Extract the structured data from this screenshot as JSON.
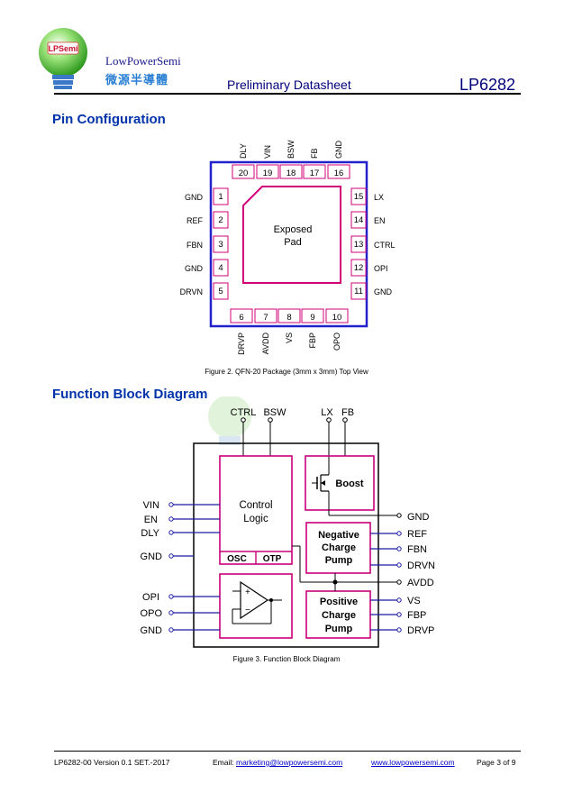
{
  "header": {
    "logo_badge": "LPSemi",
    "company_en": "LowPowerSemi",
    "company_cn": "微源半導體",
    "doc_type": "Preliminary Datasheet",
    "part_number": "LP6282"
  },
  "pin_config": {
    "title": "Pin Configuration",
    "pad_label_line1": "Exposed",
    "pad_label_line2": "Pad",
    "pins": {
      "left": [
        {
          "num": "1",
          "name": "GND"
        },
        {
          "num": "2",
          "name": "REF"
        },
        {
          "num": "3",
          "name": "FBN"
        },
        {
          "num": "4",
          "name": "GND"
        },
        {
          "num": "5",
          "name": "DRVN"
        }
      ],
      "bottom": [
        {
          "num": "6",
          "name": "DRVP"
        },
        {
          "num": "7",
          "name": "AVDD"
        },
        {
          "num": "8",
          "name": "VS"
        },
        {
          "num": "9",
          "name": "FBP"
        },
        {
          "num": "10",
          "name": "OPO"
        }
      ],
      "right": [
        {
          "num": "11",
          "name": "GND"
        },
        {
          "num": "12",
          "name": "OPI"
        },
        {
          "num": "13",
          "name": "CTRL"
        },
        {
          "num": "14",
          "name": "EN"
        },
        {
          "num": "15",
          "name": "LX"
        }
      ],
      "top": [
        {
          "num": "16",
          "name": "GND"
        },
        {
          "num": "17",
          "name": "FB"
        },
        {
          "num": "18",
          "name": "BSW"
        },
        {
          "num": "19",
          "name": "VIN"
        },
        {
          "num": "20",
          "name": "DLY"
        }
      ]
    },
    "caption": "Figure 2. QFN-20 Package (3mm x 3mm) Top View"
  },
  "block_diagram": {
    "title": "Function Block Diagram",
    "top_pins": [
      "CTRL",
      "BSW",
      "LX",
      "FB"
    ],
    "left_pins": [
      "VIN",
      "EN",
      "DLY",
      "GND",
      "OPI",
      "OPO",
      "GND"
    ],
    "right_pins": [
      "GND",
      "REF",
      "FBN",
      "DRVN",
      "AVDD",
      "VS",
      "FBP",
      "DRVP"
    ],
    "control_logic": [
      "Control",
      "Logic"
    ],
    "osc": "OSC",
    "otp": "OTP",
    "boost": "Boost",
    "negative_cp": [
      "Negative",
      "Charge",
      "Pump"
    ],
    "positive_cp": [
      "Positive",
      "Charge",
      "Pump"
    ],
    "opamp_plus": "+",
    "opamp_minus": "−",
    "caption": "Figure 3. Function Block Diagram"
  },
  "footer": {
    "version": "LP6282-00 Version 0.1 SET.-2017",
    "email_label": "Email:",
    "email": "marketing@lowpowersemi.com",
    "website": "www.lowpowersemi.com",
    "page": "Page 3 of 9"
  },
  "colors": {
    "accent_blue": "#0033aa",
    "package_outline": "#2222cc",
    "pad_magenta": "#d0007a",
    "logo_green": "#4caf2a"
  }
}
